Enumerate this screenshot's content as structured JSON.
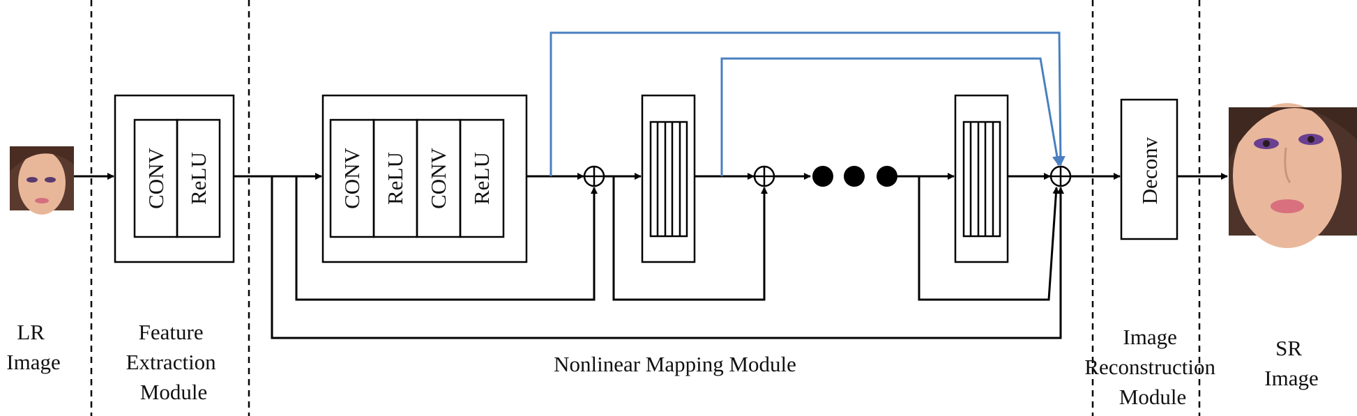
{
  "sections": {
    "lr_image": [
      "LR",
      "Image"
    ],
    "feature_extraction": [
      "Feature",
      "Extraction",
      "Module"
    ],
    "nonlinear_mapping": [
      "Nonlinear Mapping Module"
    ],
    "image_reconstruction": [
      "Image",
      "Reconstruction",
      "Module"
    ],
    "sr_image": [
      "SR",
      "Image"
    ]
  },
  "blocks": {
    "feature_extraction": [
      "CONV",
      "ReLU"
    ],
    "residual_block": [
      "CONV",
      "ReLU",
      "CONV",
      "ReLU"
    ],
    "reconstruction": "Deconv"
  },
  "colors": {
    "line": "#000000",
    "skip_connection": "#4a7fc0",
    "skin": "#e8b79a"
  }
}
